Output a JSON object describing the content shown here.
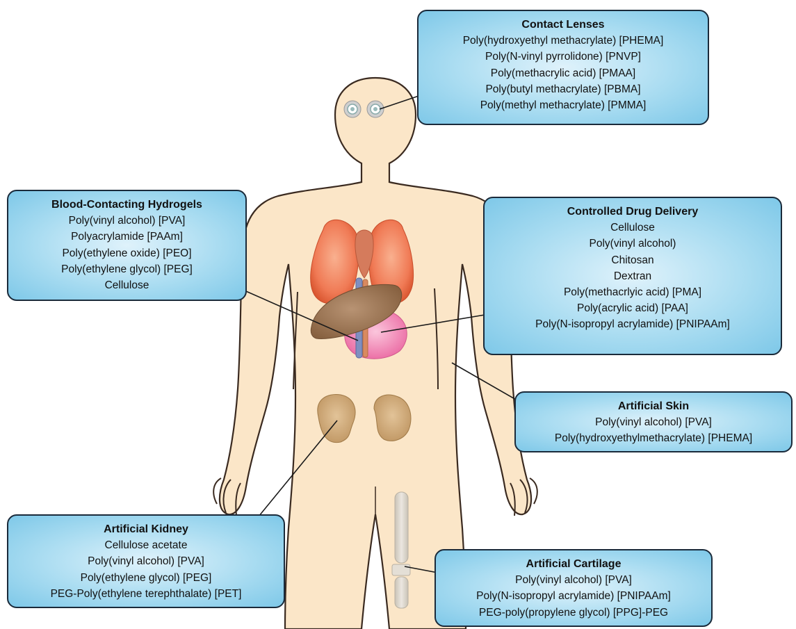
{
  "boxes": {
    "contact_lenses": {
      "title": "Contact Lenses",
      "items": [
        "Poly(hydroxyethyl methacrylate) [PHEMA]",
        "Poly(N-vinyl pyrrolidone) [PNVP]",
        "Poly(methacrylic acid) [PMAA]",
        "Poly(butyl methacrylate) [PBMA]",
        "Poly(methyl methacrylate) [PMMA]"
      ]
    },
    "blood_contacting": {
      "title": "Blood-Contacting Hydrogels",
      "items": [
        "Poly(vinyl alcohol) [PVA]",
        "Polyacrylamide [PAAm]",
        "Poly(ethylene oxide) [PEO]",
        "Poly(ethylene glycol) [PEG]",
        "Cellulose"
      ]
    },
    "drug_delivery": {
      "title": "Controlled Drug Delivery",
      "items": [
        "Cellulose",
        "Poly(vinyl alcohol)",
        "Chitosan",
        "Dextran",
        "Poly(methacrlyic acid) [PMA]",
        "Poly(acrylic acid) [PAA]",
        "Poly(N-isopropyl acrylamide) [PNIPAAm]"
      ]
    },
    "artificial_skin": {
      "title": "Artificial Skin",
      "items": [
        "Poly(vinyl alcohol) [PVA]",
        "Poly(hydroxyethylmethacrylate) [PHEMA]"
      ]
    },
    "artificial_kidney": {
      "title": "Artificial Kidney",
      "items": [
        "Cellulose acetate",
        "Poly(vinyl alcohol) [PVA]",
        "Poly(ethylene glycol) [PEG]",
        "PEG-Poly(ethylene terephthalate) [PET]"
      ]
    },
    "artificial_cartilage": {
      "title": "Artificial Cartilage",
      "items": [
        "Poly(vinyl alcohol) [PVA]",
        "Poly(N-isopropyl acrylamide) [PNIPAAm]",
        "PEG-poly(propylene glycol) [PPG]-PEG"
      ]
    }
  },
  "colors": {
    "skin": "#fbe6c8",
    "outline": "#3a2a20",
    "box_fill": "#a9dcf1",
    "lung": "#f07a55",
    "liver": "#9c7554",
    "kidney": "#c9a16e",
    "pancreas": "#f07fb0",
    "cartilage": "#d6d1c7"
  }
}
